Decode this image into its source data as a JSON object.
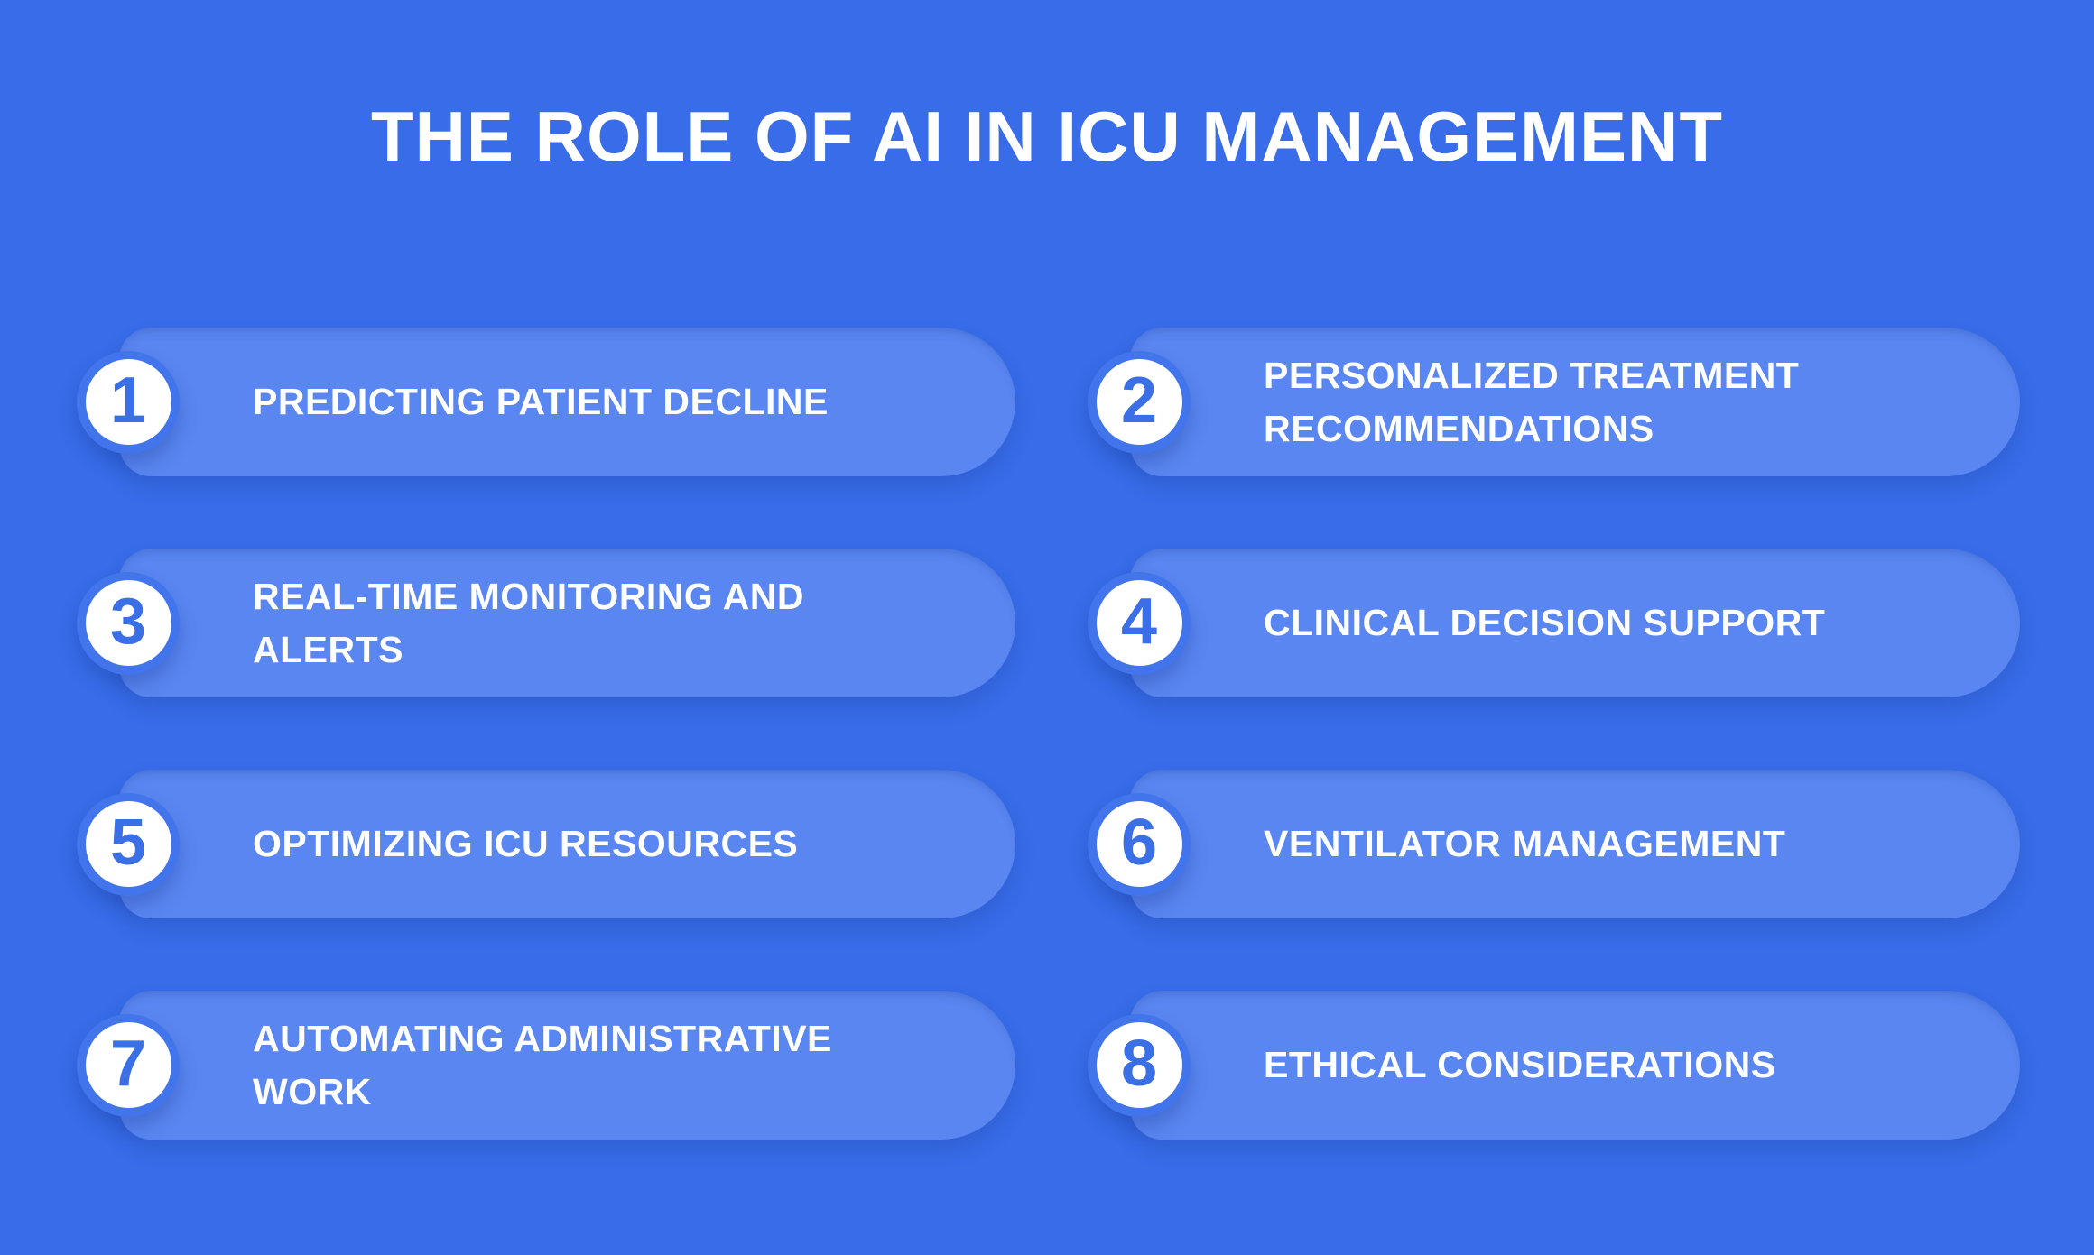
{
  "title": "THE ROLE OF AI IN ICU MANAGEMENT",
  "colors": {
    "background": "#386CE8",
    "pill": "#5A86F1",
    "badge_ring": "#4274EC",
    "badge_fill": "#FFFFFF",
    "badge_number": "#3A6FE5",
    "text": "#FFFFFF"
  },
  "items": [
    {
      "number": "1",
      "label": "PREDICTING PATIENT DECLINE"
    },
    {
      "number": "2",
      "label": "PERSONALIZED TREATMENT RECOMMENDATIONS"
    },
    {
      "number": "3",
      "label": "REAL-TIME MONITORING AND ALERTS"
    },
    {
      "number": "4",
      "label": "CLINICAL DECISION SUPPORT"
    },
    {
      "number": "5",
      "label": "OPTIMIZING ICU RESOURCES"
    },
    {
      "number": "6",
      "label": "VENTILATOR MANAGEMENT"
    },
    {
      "number": "7",
      "label": "AUTOMATING ADMINISTRATIVE WORK"
    },
    {
      "number": "8",
      "label": "ETHICAL CONSIDERATIONS"
    }
  ]
}
